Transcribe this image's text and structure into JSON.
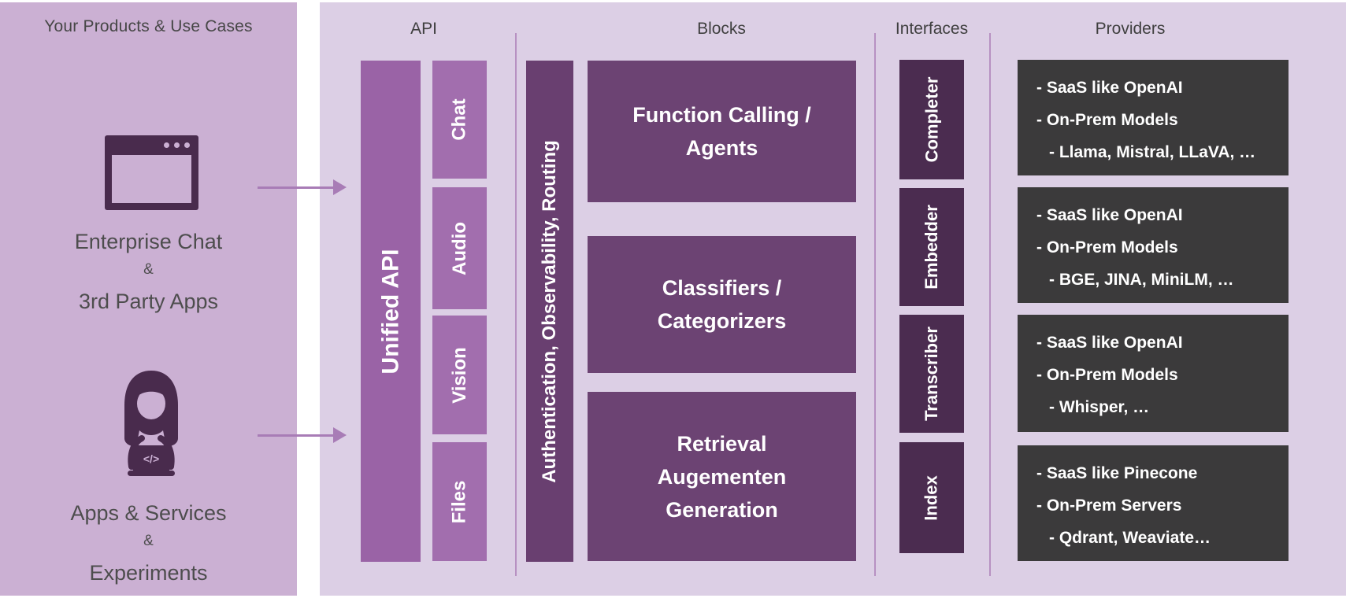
{
  "colors": {
    "left_panel_bg": "#cbb0d3",
    "main_panel_bg": "#dccfe5",
    "unified_api_bar": "#9a63a6",
    "endpoint_box": "#a26eae",
    "middleware_bar": "#693f70",
    "block_box": "#6c4373",
    "interface_box": "#4b2c50",
    "provider_box": "#3b3a3b",
    "divider_line": "#b791c2",
    "arrow": "#a87cb6",
    "icon_dark": "#492b4d",
    "heading_text": "#3f3f3f",
    "body_text": "#4d4d4d"
  },
  "icons": {
    "browser": "browser-window-icon",
    "developer": "developer-at-laptop-icon",
    "arrow": "right-arrow-icon",
    "laptop_code_glyph": "</>"
  },
  "left_panel": {
    "title": "Your Products & Use Cases",
    "groups": [
      {
        "icon": "browser-window-icon",
        "lines": [
          "Enterprise Chat",
          "&",
          "3rd Party Apps"
        ]
      },
      {
        "icon": "developer-at-laptop-icon",
        "lines": [
          "Apps & Services",
          "&",
          "Experiments"
        ]
      }
    ]
  },
  "main": {
    "section_headers": {
      "api": "API",
      "blocks": "Blocks",
      "interfaces": "Interfaces",
      "providers": "Providers"
    },
    "unified_api_label": "Unified API",
    "api_endpoints": [
      "Chat",
      "Audio",
      "Vision",
      "Files"
    ],
    "middleware_label": "Authentication, Observability, Routing",
    "blocks": [
      {
        "lines": [
          "Function Calling /",
          "Agents"
        ]
      },
      {
        "lines": [
          "Classifiers /",
          "Categorizers"
        ]
      },
      {
        "lines": [
          "Retrieval",
          "Augementen",
          "Generation"
        ]
      }
    ],
    "interfaces": [
      "Completer",
      "Embedder",
      "Transcriber",
      "Index"
    ],
    "providers": [
      {
        "lines": [
          "- SaaS like OpenAI",
          "- On-Prem Models",
          "- Llama, Mistral, LLaVA, …"
        ]
      },
      {
        "lines": [
          "- SaaS like OpenAI",
          "- On-Prem Models",
          "- BGE, JINA, MiniLM, …"
        ]
      },
      {
        "lines": [
          "- SaaS like OpenAI",
          "- On-Prem Models",
          "- Whisper, …"
        ]
      },
      {
        "lines": [
          "- SaaS like Pinecone",
          "- On-Prem Servers",
          "- Qdrant, Weaviate…"
        ]
      }
    ]
  }
}
